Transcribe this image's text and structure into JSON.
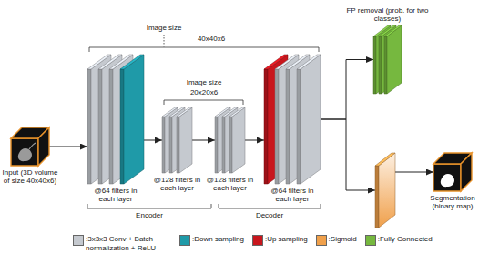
{
  "diagram": {
    "nodes": [
      {
        "text": [
          "Input (3D volume of size 40x40x6)"
        ]
      },
      {
        "text": [
          "@64 filters in each layer"
        ]
      },
      {
        "text": [
          "@128 filters in each layer"
        ]
      },
      {
        "text": [
          "@128 filters in each layer"
        ]
      },
      {
        "text": [
          "@64 filters in each layer"
        ]
      },
      {
        "text": [
          "FP removal (prob. for two classes)"
        ]
      },
      {
        "text": []
      },
      {
        "text": [
          "Segmentation (binary map)"
        ]
      }
    ],
    "edges": [
      {
        "from": 0,
        "to": 1,
        "arrow": "to"
      },
      {
        "from": 1,
        "to": 2,
        "arrow": "to"
      },
      {
        "from": 2,
        "to": 3,
        "arrow": "to"
      },
      {
        "from": 3,
        "to": 4,
        "arrow": "to"
      },
      {
        "from": 4,
        "to": 5,
        "arrow": "to"
      },
      {
        "from": 4,
        "to": 6,
        "arrow": "to"
      },
      {
        "from": 6,
        "to": 7,
        "arrow": "to"
      }
    ],
    "labels": [
      "Image size",
      "40x40x6",
      "Image size",
      "20x20x6",
      "Encoder",
      "Decoder"
    ],
    "legend": [
      {
        "text": ":3x3x3 Conv + Batch normalization + ReLU",
        "color": "#c5c9cf"
      },
      {
        "text": ":Down sampling",
        "color": "#1f9aa8"
      },
      {
        "text": ":Up sampling",
        "color": "#c8161d"
      },
      {
        "text": ":Sigmoid",
        "color": "#f0a04b"
      },
      {
        "text": ":Fully Connected",
        "color": "#76b83f"
      }
    ]
  }
}
